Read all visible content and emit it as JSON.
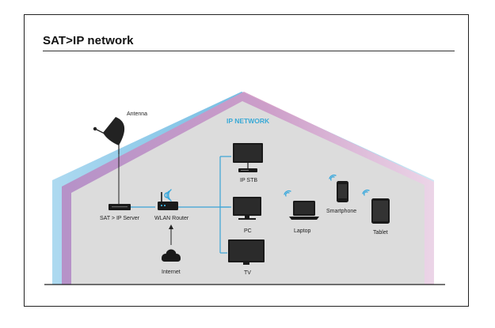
{
  "title": "SAT>IP network",
  "network_label": "IP NETWORK",
  "labels": {
    "antenna": "Antenna",
    "server": "SAT > IP Server",
    "router": "WLAN Router",
    "internet": "Internet",
    "ip_stb": "IP STB",
    "pc": "PC",
    "tv": "TV",
    "laptop": "Laptop",
    "smartphone": "Smartphone",
    "tablet": "Tablet"
  },
  "colors": {
    "blue_band": "#7fc3e4",
    "pink_band": "#d9a6cc",
    "interior": "#dcdcdc",
    "line": "#3aa3d6",
    "wifi": "#35a7dd",
    "device": "#1a1a1a"
  }
}
